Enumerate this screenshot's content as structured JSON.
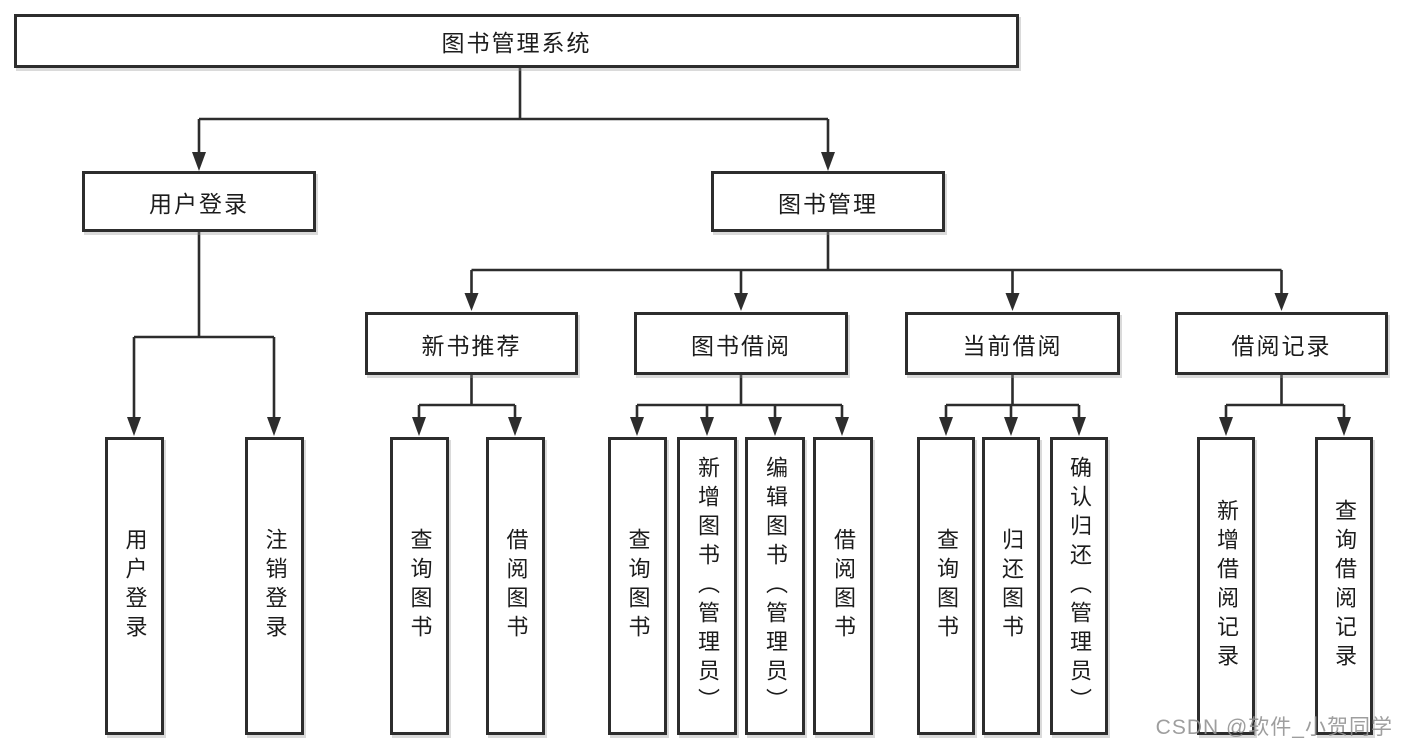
{
  "title": {
    "label": "图书管理系统"
  },
  "nodes": {
    "user_login": {
      "label": "用户登录"
    },
    "book_mgmt": {
      "label": "图书管理"
    },
    "new_book": {
      "label": "新书推荐"
    },
    "book_borrow": {
      "label": "图书借阅"
    },
    "current_borrow": {
      "label": "当前借阅"
    },
    "borrow_record": {
      "label": "借阅记录"
    }
  },
  "leaves": {
    "user_login": [
      "用户登录",
      "注销登录"
    ],
    "new_book": [
      "查询图书",
      "借阅图书"
    ],
    "book_borrow": [
      "查询图书",
      "新增图书（管理员）",
      "编辑图书（管理员）",
      "借阅图书"
    ],
    "current_borrow": [
      "查询图书",
      "归还图书",
      "确认归还（管理员）"
    ],
    "borrow_record": [
      "新增借阅记录",
      "查询借阅记录"
    ]
  },
  "watermark": {
    "text": "CSDN @软件_小贺同学"
  },
  "colors": {
    "line": "#2d2d2d",
    "box_border": "#2d2d2d",
    "box_fill": "#ffffff",
    "text": "#1c1c1c",
    "watermark": "#949494"
  }
}
